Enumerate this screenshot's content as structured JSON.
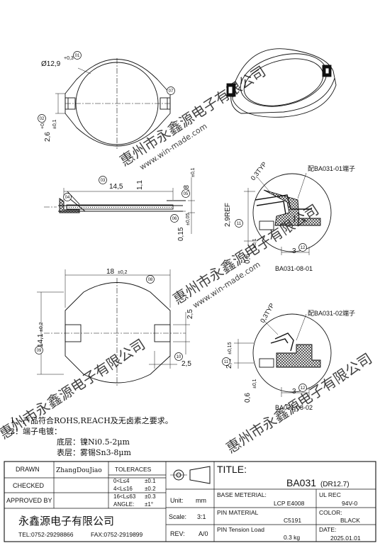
{
  "dims": {
    "diameter": "Ø12,9",
    "diameter_tol": "+0,3",
    "height": "2,6",
    "height_tol": "±0,1",
    "height_tol2": "+0,2",
    "w1": "14,5",
    "w2": "1,1",
    "w3": "1,8",
    "w3_tol": "±0,1",
    "w4": "0,15",
    "w4_tol": "±0,05",
    "ref": "2,9REF",
    "typ1": "0,3TYP",
    "b1": "0,6",
    "b1_tol": "±0,1",
    "b2": "3",
    "w5": "18",
    "w5_tol": "±0,2",
    "h5": "14,1",
    "h5_tol": "±0,2",
    "w6": "2,5",
    "w7": "2,5",
    "typ2": "0,3TYP",
    "b3": "2,4",
    "b3_tol": "±0,15",
    "b4": "0,6",
    "b4_tol": "±0,1",
    "b5": "3"
  },
  "balloons": [
    "01",
    "02",
    "03",
    "04",
    "05",
    "06",
    "07",
    "08",
    "09",
    "10",
    "11",
    "12",
    "11",
    "12"
  ],
  "callouts": {
    "term1": "配BA031-01端子",
    "term2": "配BA031-02端子",
    "label1": "BA031-08-01",
    "label2": "BA031-08-02"
  },
  "notes": {
    "n1": "1：产品符合ROHS,REACH及无卤素之要求。",
    "n2": "2：端子电镀：",
    "n3": "底层：镍Ni0.5-2μm",
    "n4": "表层：雾锡Sn3-8μm"
  },
  "watermark": {
    "cn": "惠州市永鑫源电子有限公司",
    "en": "www.win-made.com"
  },
  "title_block": {
    "drawn_label": "DRAWN",
    "drawn_value": "ZhangDouJiao",
    "checked_label": "CHECKED",
    "approved_label": "APPROVED BY",
    "tol_label": "TOLERACES",
    "tol_rows": [
      {
        "range": "0<L≤4",
        "tol": "±0.1"
      },
      {
        "range": "4<L≤16",
        "tol": "±0.2"
      },
      {
        "range": "16<L≤63",
        "tol": "±0.3"
      },
      {
        "range": "ANGLE:",
        "tol": "±1°"
      }
    ],
    "unit_label": "Unit:",
    "unit_value": "mm",
    "scale_label": "Scale:",
    "scale_value": "3:1",
    "rev_label": "REV:",
    "rev_value": "A/0",
    "title_label": "TITLE:",
    "title_value": "BA031",
    "title_sub": "(DR12.7)",
    "base_label": "BASE METERIAL:",
    "base_value": "LCP E4008",
    "ul_label": "UL REC",
    "ul_value": "94V-0",
    "pin_label": "PIN MATERIAL",
    "pin_value": "C5191",
    "color_label": "COLOR:",
    "color_value": "BLACK",
    "tension_label": "PIN Tension Load",
    "tension_value": "0.3 kg",
    "date_label": "DATE:",
    "date_value": "2025.01.01",
    "company": "永鑫源电子有限公司",
    "tel": "TEL:0752-29298866",
    "fax": "FAX:0752-2919899"
  }
}
